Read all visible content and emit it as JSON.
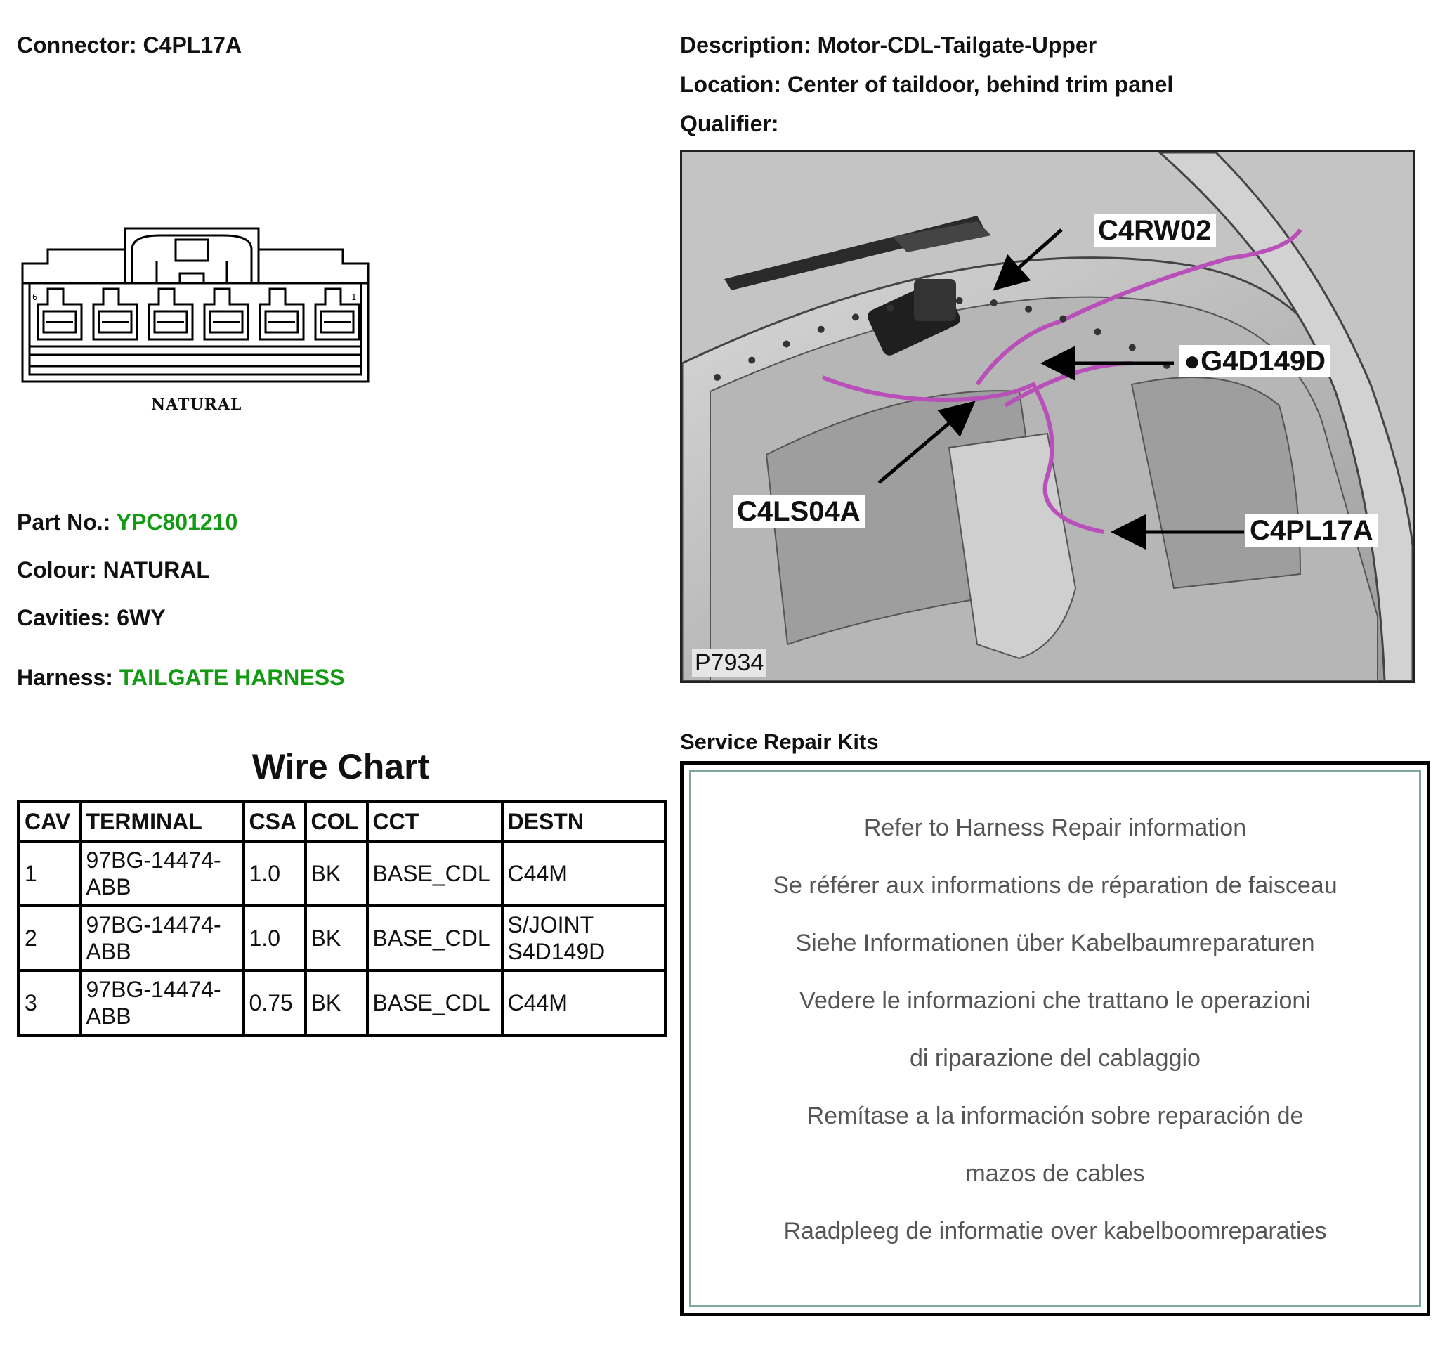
{
  "header": {
    "connector_label": "Connector:",
    "connector_value": "C4PL17A",
    "description_label": "Description:",
    "description_value": "Motor-CDL-Tailgate-Upper",
    "location_label": "Location:",
    "location_value": "Center of taildoor, behind trim panel",
    "qualifier_label": "Qualifier:",
    "qualifier_value": ""
  },
  "connector_drawing": {
    "caption": "NATURAL",
    "left_marker": "6",
    "right_marker": "1"
  },
  "details": {
    "part_no_label": "Part No.:",
    "part_no_value": "YPC801210",
    "colour_label": "Colour:",
    "colour_value": "NATURAL",
    "cavities_label": "Cavities:",
    "cavities_value": "6WY",
    "harness_label": "Harness:",
    "harness_value": "TAILGATE HARNESS"
  },
  "wire_chart": {
    "title": "Wire Chart",
    "columns": [
      "CAV",
      "TERMINAL",
      "CSA",
      "COL",
      "CCT",
      "DESTN"
    ],
    "rows": [
      {
        "cav": "1",
        "terminal_1": "97BG-14474-",
        "terminal_2": "ABB",
        "csa": "1.0",
        "col": "BK",
        "cct": "BASE_CDL",
        "destn_1": "C44M",
        "destn_2": ""
      },
      {
        "cav": "2",
        "terminal_1": "97BG-14474-",
        "terminal_2": "ABB",
        "csa": "1.0",
        "col": "BK",
        "cct": "BASE_CDL",
        "destn_1": "S/JOINT",
        "destn_2": "S4D149D"
      },
      {
        "cav": "3",
        "terminal_1": "97BG-14474-",
        "terminal_2": "ABB",
        "csa": "0.75",
        "col": "BK",
        "cct": "BASE_CDL",
        "destn_1": "C44M",
        "destn_2": ""
      }
    ]
  },
  "location_figure": {
    "callouts": {
      "c4rw02": "C4RW02",
      "g4d149d": "●G4D149D",
      "c4ls04a": "C4LS04A",
      "c4pl17a": "C4PL17A"
    },
    "figure_id": "P7934",
    "wire_color": "#b94fb9"
  },
  "service_kits": {
    "title": "Service Repair Kits",
    "lines": [
      "Refer to Harness Repair information",
      "Se référer aux informations de réparation de faisceau",
      "Siehe Informationen über Kabelbaumreparaturen",
      "Vedere le informazioni che trattano le operazioni",
      "di riparazione del cablaggio",
      "Remítase a la información sobre reparación de",
      "mazos de cables",
      "Raadpleeg de informatie over kabelboomreparaties"
    ]
  },
  "colors": {
    "accent_green": "#129a12",
    "kit_border": "#7fa79a"
  }
}
